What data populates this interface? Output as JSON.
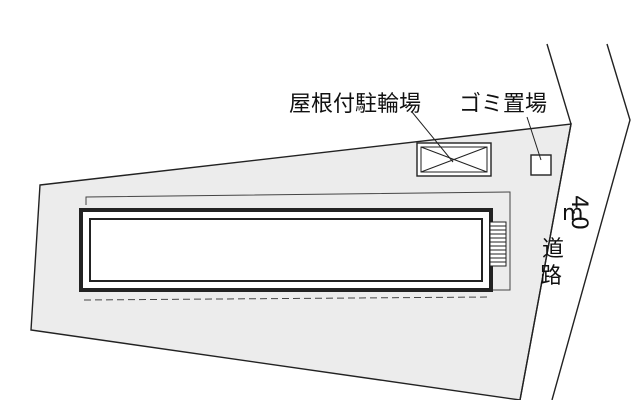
{
  "map": {
    "labels": {
      "bicycle_parking": "屋根付駐輪場",
      "garbage_area": "ゴミ置場",
      "road_width": "4.0",
      "road_unit": "m",
      "road_char1": "道",
      "road_char2": "路"
    },
    "colors": {
      "lot_fill": "#ececec",
      "line": "#222222",
      "background": "#ffffff"
    }
  }
}
